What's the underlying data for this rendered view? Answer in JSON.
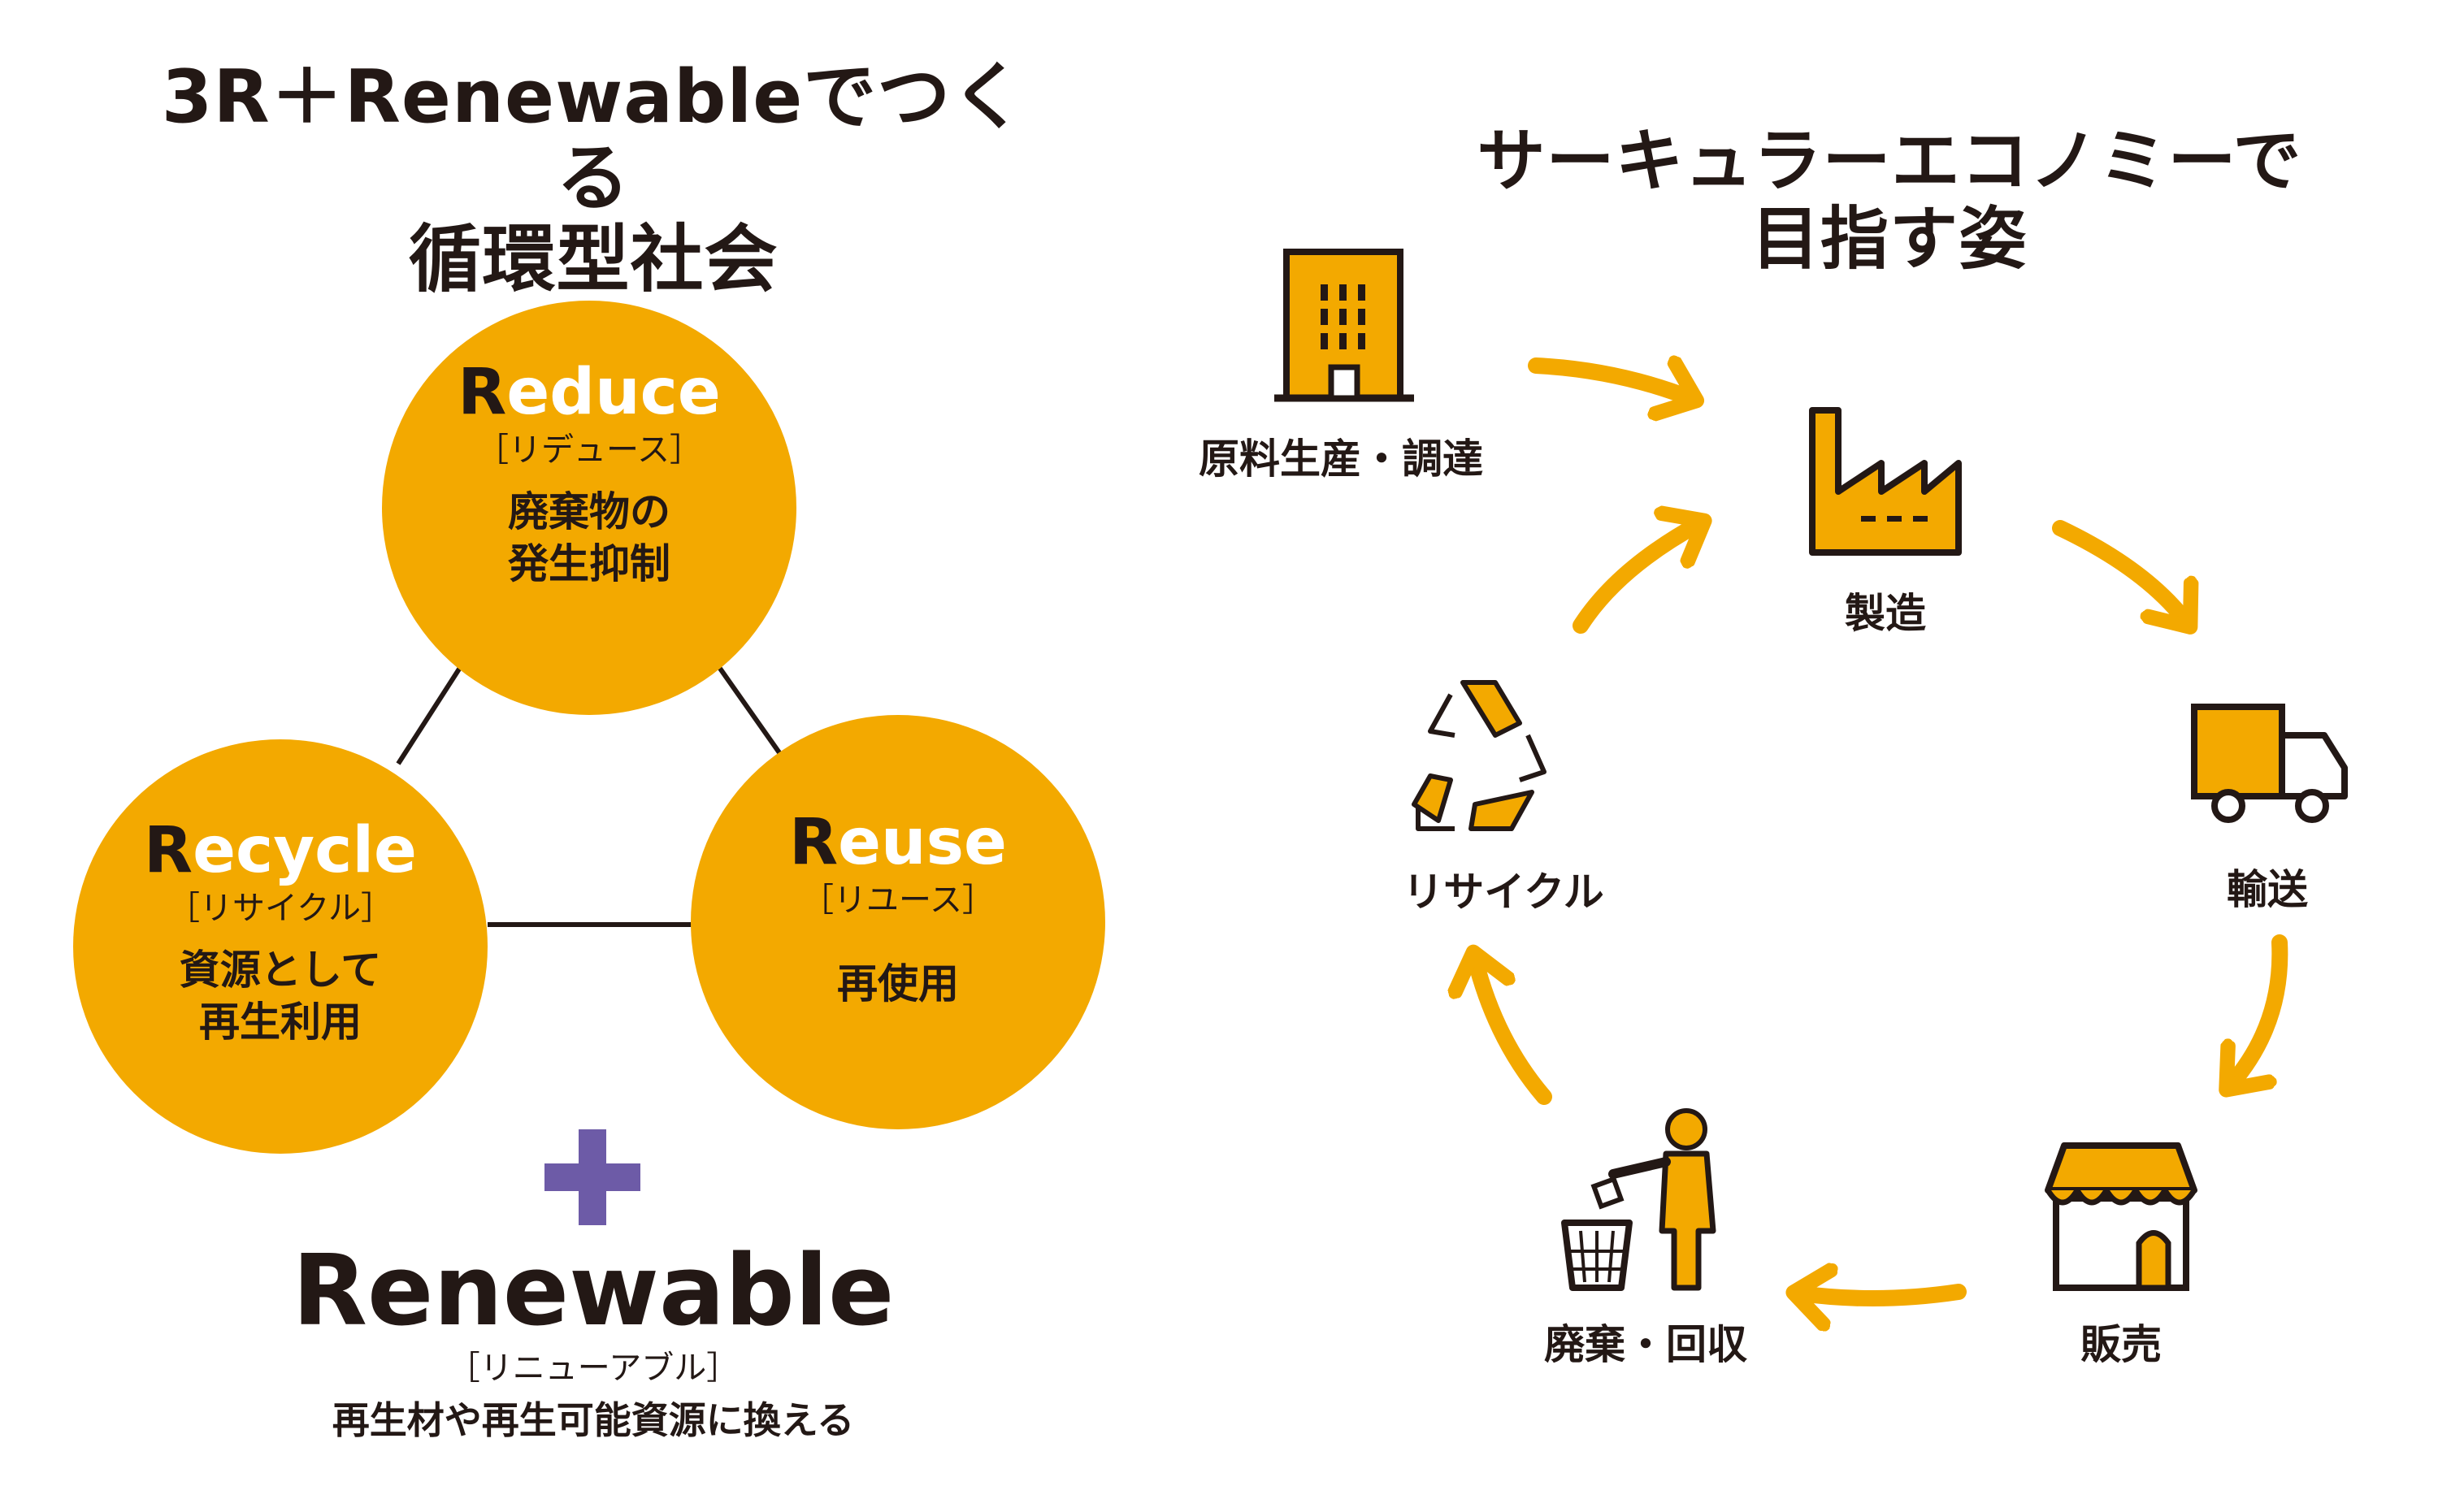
{
  "left": {
    "title": [
      "3R＋Renewableでつくる",
      "循環型社会"
    ],
    "reduce": {
      "cap": "R",
      "rest": "educe",
      "kana": "［リデュース］",
      "desc": "廃棄物の\n発生抑制"
    },
    "recycle": {
      "cap": "R",
      "rest": "ecycle",
      "kana": "［リサイクル］",
      "desc": "資源として\n再生利用"
    },
    "reuse": {
      "cap": "R",
      "rest": "euse",
      "kana": "［リユース］",
      "desc": "再使用"
    },
    "plus": "+",
    "renewable": {
      "word": "Renewable",
      "kana": "［リニューアブル］",
      "desc": "再生材や再生可能資源に換える"
    }
  },
  "right": {
    "title": [
      "サーキュラーエコノミーで",
      "目指す姿"
    ],
    "steps": {
      "raw": "原料生産・調達",
      "manufacture": "製造",
      "transport": "輸送",
      "sales": "販売",
      "disposal": "廃棄・回収",
      "recycle": "リサイクル"
    }
  },
  "colors": {
    "accent": "#f3a900",
    "plus": "#6d5ba7",
    "ink": "#231815"
  }
}
